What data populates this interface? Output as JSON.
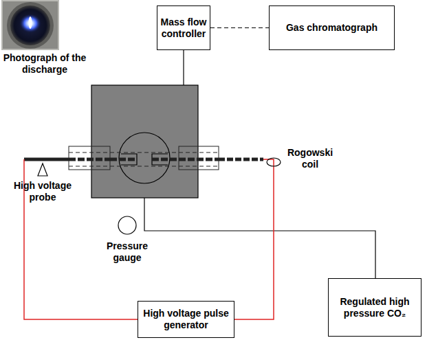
{
  "diagram": {
    "nodes": [
      {
        "text": [
          "Mass flow controller"
        ]
      },
      {
        "text": [
          "Gas chromatograph"
        ]
      },
      {
        "text": [
          "High voltage pulse generator"
        ]
      },
      {
        "text": [
          "Regulated high pressure CO₂"
        ]
      }
    ],
    "edges": [
      {
        "from": 0,
        "to": 1,
        "arrow": "none"
      }
    ],
    "labels": [
      "Photograph of the discharge",
      "High voltage probe",
      "Rogowski coil",
      "Pressure gauge"
    ]
  }
}
